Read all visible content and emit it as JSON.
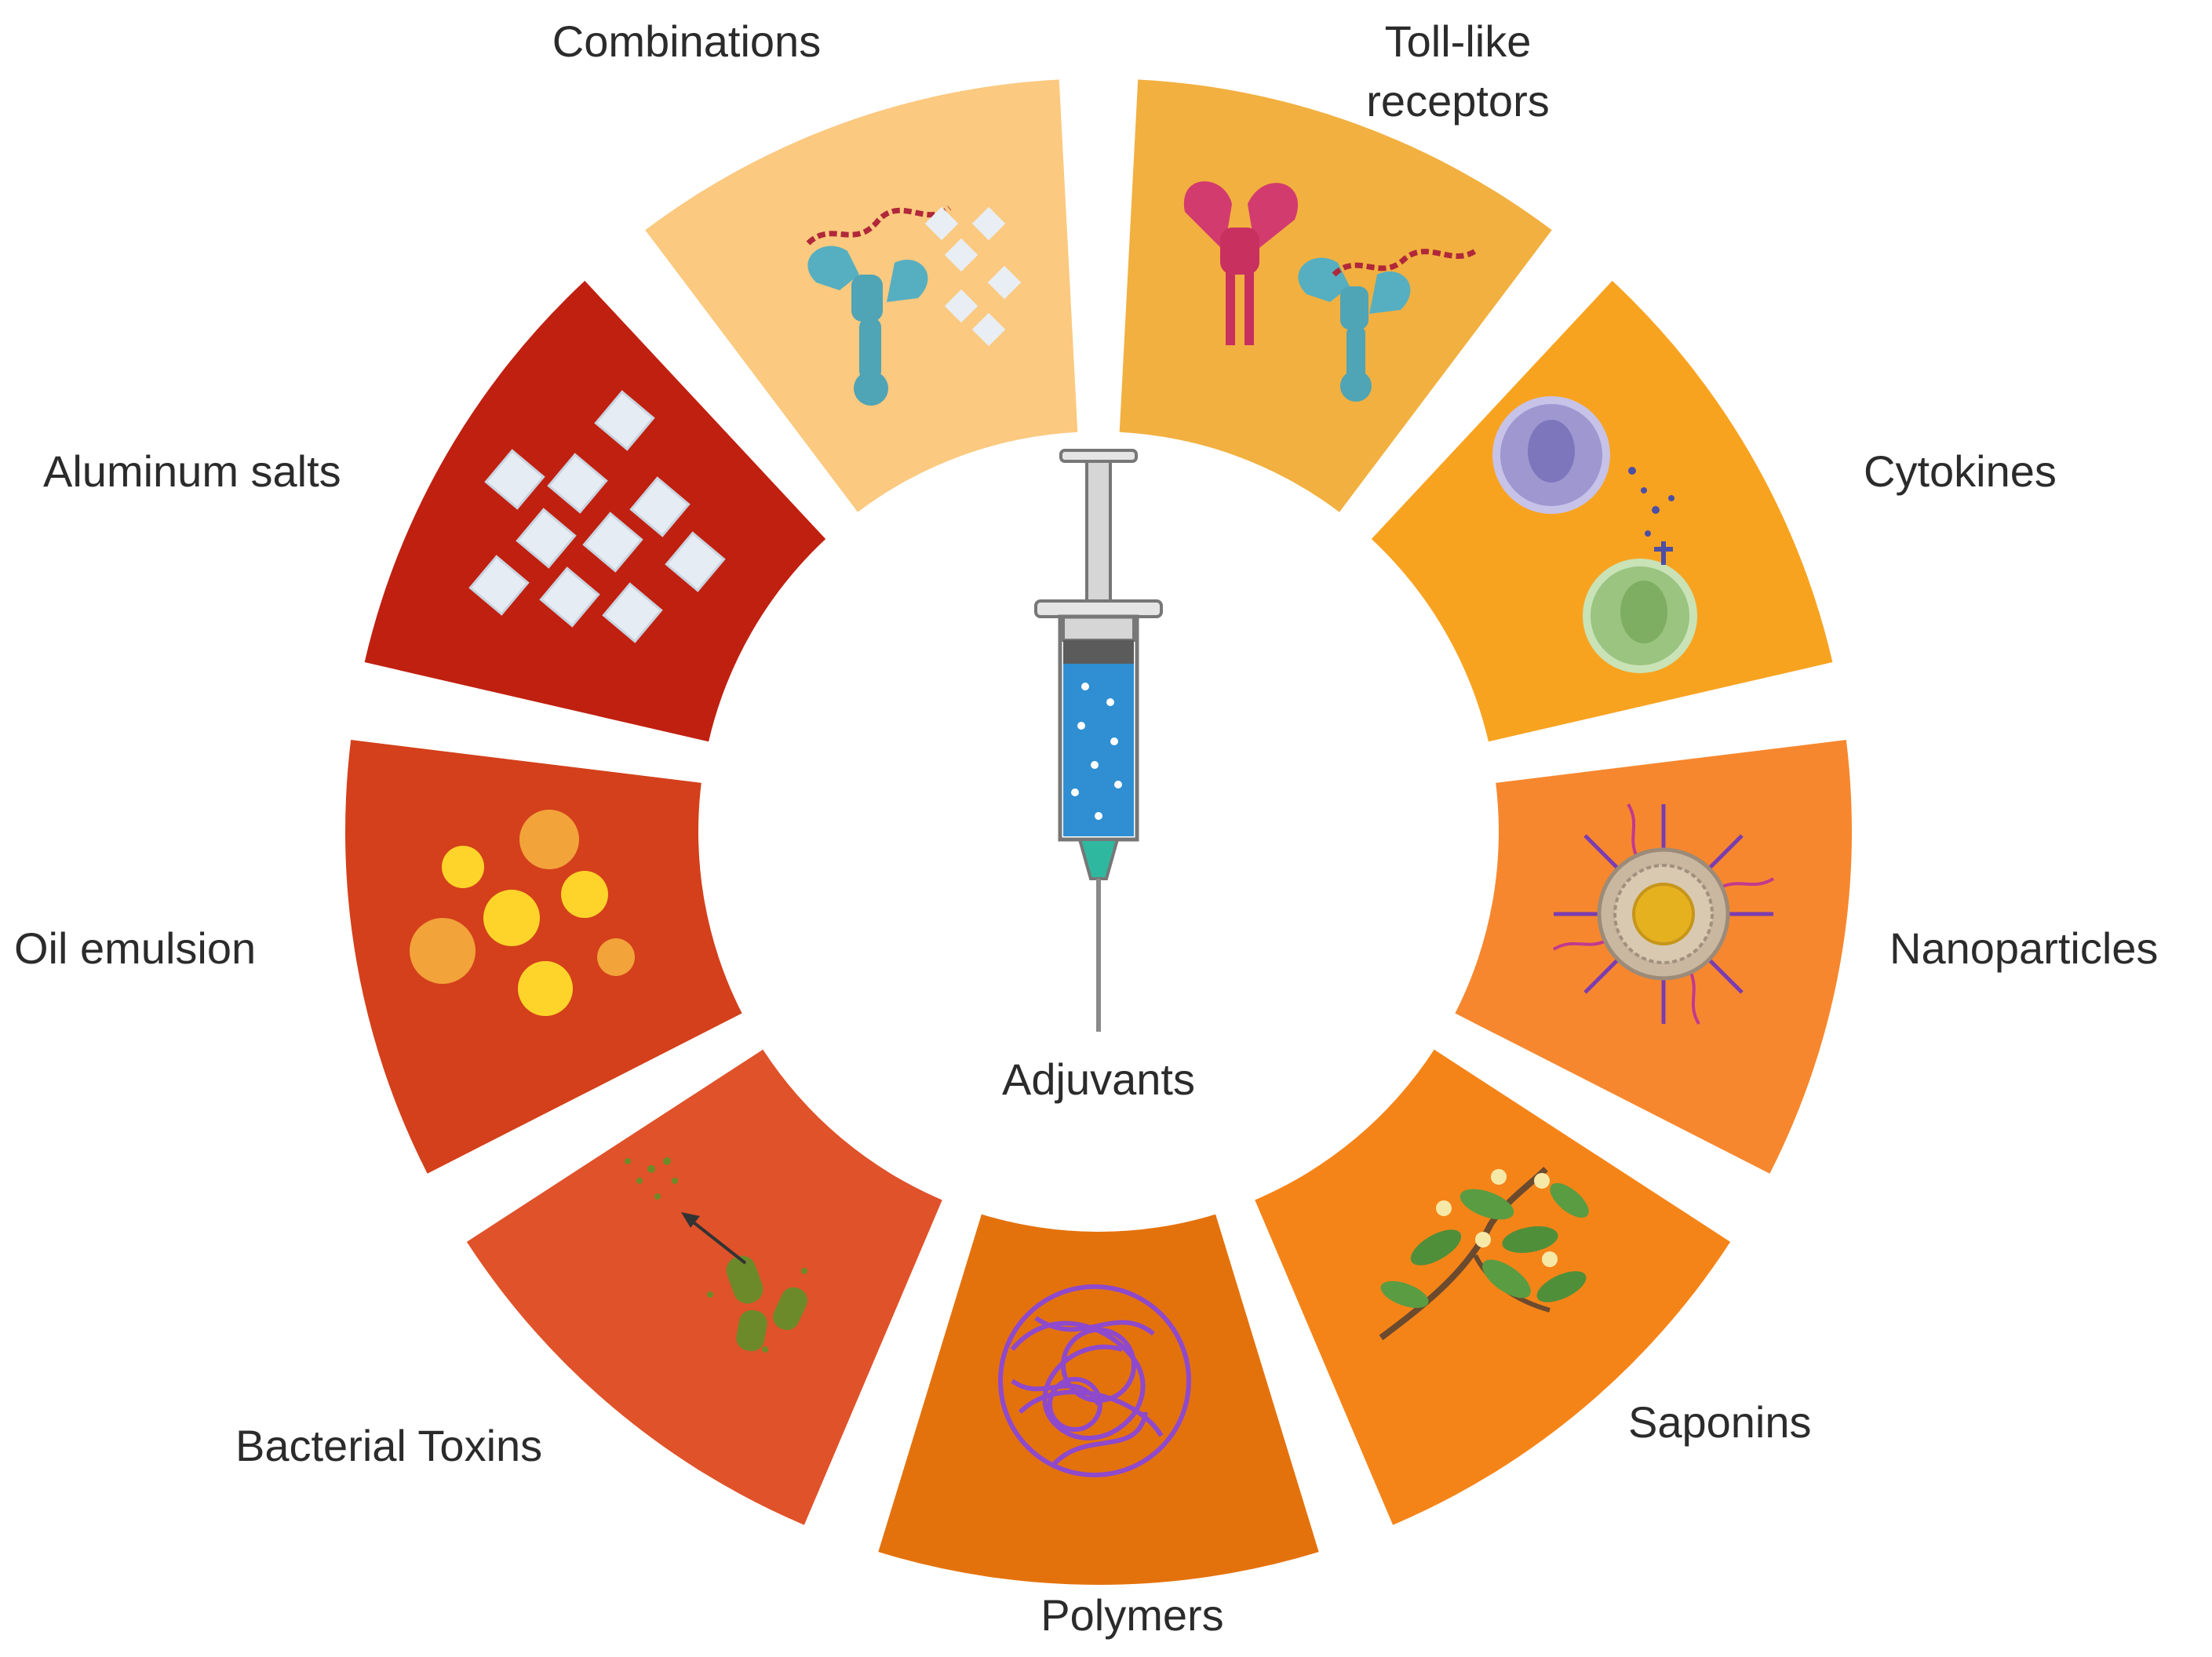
{
  "center": {
    "label": "Adjuvants"
  },
  "segments": [
    {
      "id": "combinations",
      "label_lines": [
        "Combinations"
      ],
      "color": "#FBC97F"
    },
    {
      "id": "toll-like-receptors",
      "label_lines": [
        "Toll-like",
        "receptors"
      ],
      "color": "#F2B040"
    },
    {
      "id": "cytokines",
      "label_lines": [
        "Cytokines"
      ],
      "color": "#F8A320"
    },
    {
      "id": "nanoparticles",
      "label_lines": [
        "Nanoparticles"
      ],
      "color": "#F7872E"
    },
    {
      "id": "saponins",
      "label_lines": [
        "Saponins"
      ],
      "color": "#F58418"
    },
    {
      "id": "polymers",
      "label_lines": [
        "Polymers"
      ],
      "color": "#E4720C"
    },
    {
      "id": "bacterial-toxins",
      "label_lines": [
        "Bacterial Toxins"
      ],
      "color": "#E0522A"
    },
    {
      "id": "oil-emulsion",
      "label_lines": [
        "Oil emulsion"
      ],
      "color": "#D4401B"
    },
    {
      "id": "aluminum-salts",
      "label_lines": [
        "Aluminum salts"
      ],
      "color": "#C02010"
    }
  ]
}
